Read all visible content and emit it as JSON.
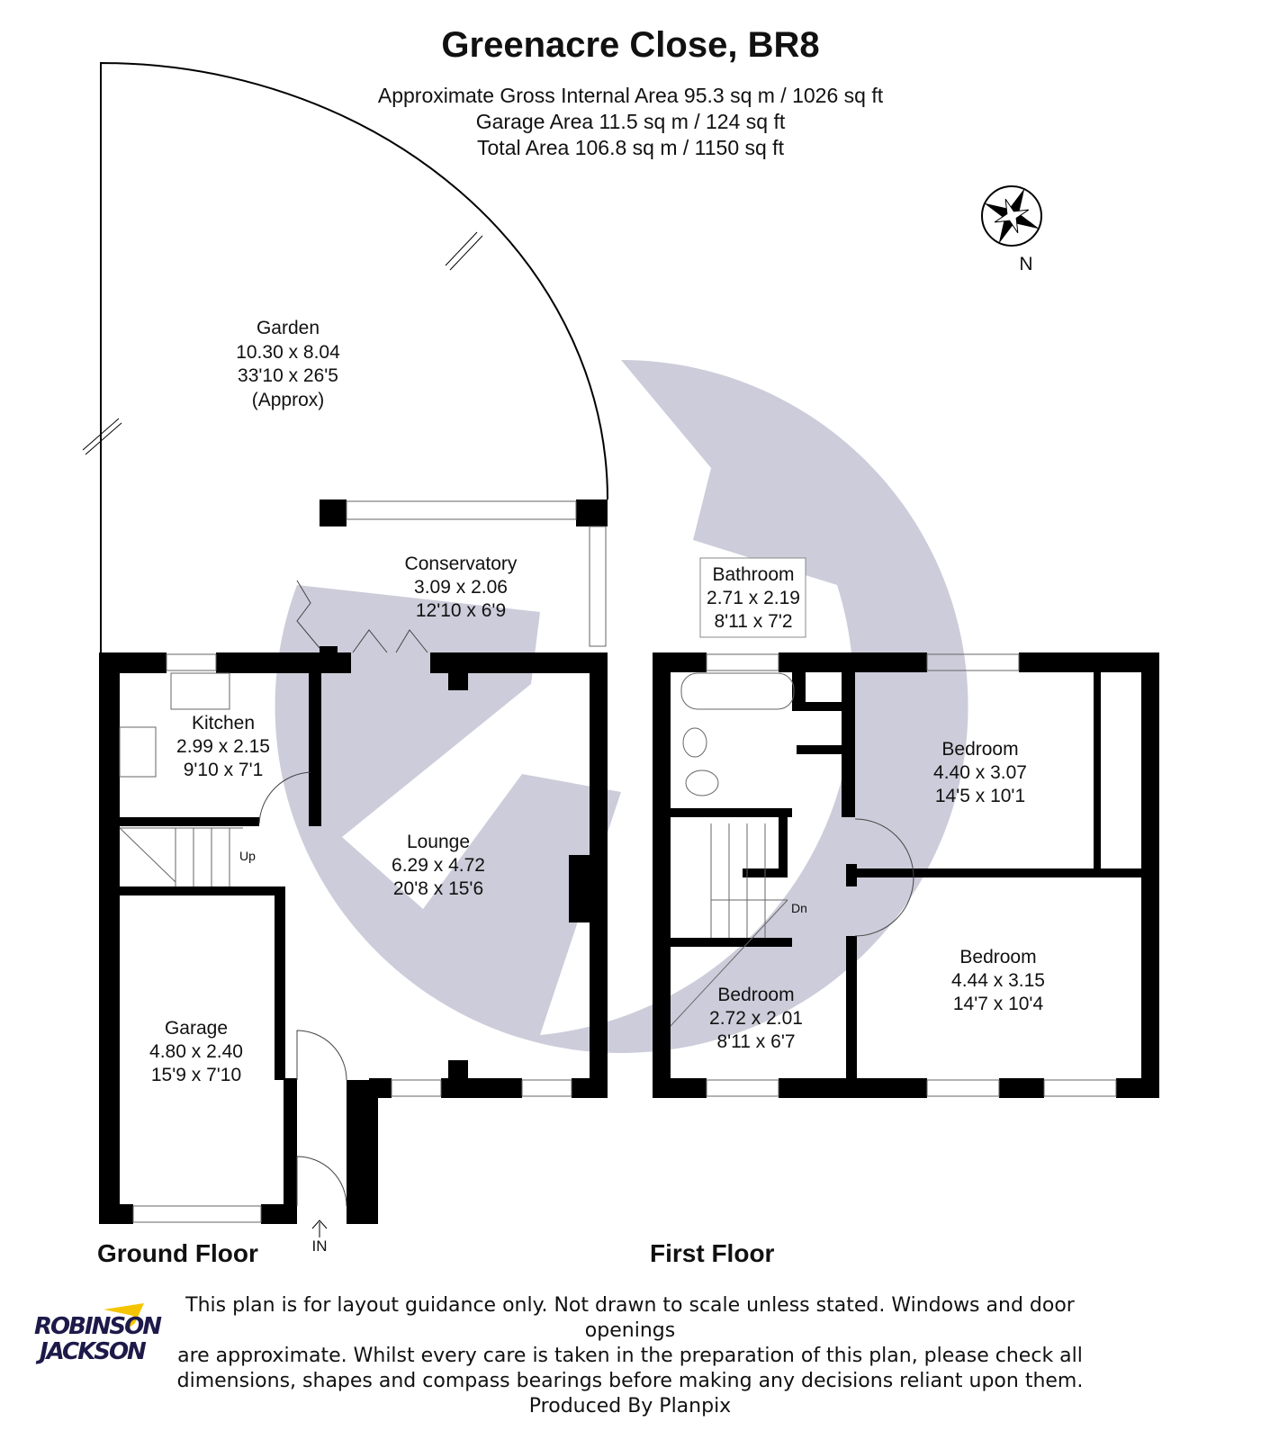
{
  "title": "Greenacre Close, BR8",
  "areas": [
    "Approximate Gross Internal Area 95.3 sq m / 1026 sq ft",
    "Garage Area 11.5 sq m / 124 sq ft",
    "Total Area 106.8 sq m / 1150 sq ft"
  ],
  "compass": {
    "label": "N"
  },
  "ground_floor": {
    "label": "Ground Floor",
    "entrance": "IN",
    "stairs": "Up",
    "rooms": [
      {
        "name": "Garden",
        "dims": [
          "10.30 x 8.04",
          "33'10 x 26'5",
          "(Approx)"
        ]
      },
      {
        "name": "Conservatory",
        "dims": [
          "3.09 x 2.06",
          "12'10 x 6'9"
        ]
      },
      {
        "name": "Kitchen",
        "dims": [
          "2.99 x 2.15",
          "9'10 x 7'1"
        ]
      },
      {
        "name": "Lounge",
        "dims": [
          "6.29 x 4.72",
          "20'8 x 15'6"
        ]
      },
      {
        "name": "Garage",
        "dims": [
          "4.80 x 2.40",
          "15'9 x 7'10"
        ]
      }
    ]
  },
  "first_floor": {
    "label": "First Floor",
    "stairs": "Dn",
    "rooms": [
      {
        "name": "Bathroom",
        "dims": [
          "2.71 x 2.19",
          "8'11 x 7'2"
        ]
      },
      {
        "name": "Bedroom",
        "dims": [
          "4.40 x 3.07",
          "14'5 x 10'1"
        ]
      },
      {
        "name": "Bedroom",
        "dims": [
          "4.44 x 3.15",
          "14'7 x 10'4"
        ]
      },
      {
        "name": "Bedroom",
        "dims": [
          "2.72 x 2.01",
          "8'11 x 6'7"
        ]
      }
    ]
  },
  "disclaimer": [
    "This plan is for layout guidance only. Not drawn to scale unless stated. Windows and door openings",
    "are approximate. Whilst every care is taken in the preparation of this plan, please check all",
    "dimensions, shapes and compass bearings before making any decisions reliant upon them.",
    "Produced By Planpix"
  ],
  "logo": {
    "line1": "ROBINSON",
    "line2": "JACKSON"
  },
  "colors": {
    "watermark": "#c4c3d3",
    "logo_navy": "#1d1a4a",
    "logo_yellow": "#f5c400"
  }
}
